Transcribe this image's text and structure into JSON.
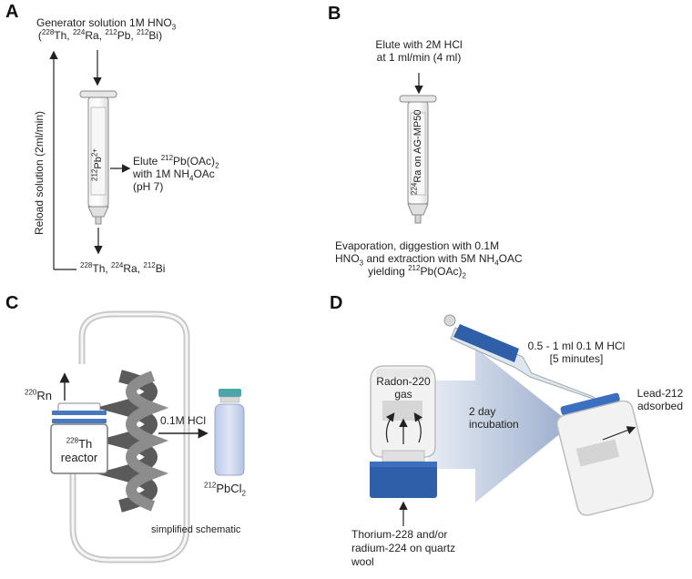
{
  "panels": {
    "a": {
      "letter": "A",
      "generator_line1": "Generator solution 1M HNO",
      "generator_sub": "3",
      "generator_iso": [
        "228",
        "Th, ",
        "224",
        "Ra, ",
        "212",
        "Pb, ",
        "212",
        "Bi)"
      ],
      "reload_label": "Reload solution (2ml/min)",
      "column_label_sup": "212",
      "column_label": "Pb",
      "column_label_charge": "2+",
      "elute_line1_pre": "Elute ",
      "elute_line1_sup": "212",
      "elute_line1_post": "Pb(OAc)",
      "elute_line1_sub": "2",
      "elute_line2_pre": "with 1M NH",
      "elute_line2_sub": "4",
      "elute_line2_post": "OAc",
      "elute_line3": "(pH 7)",
      "bottom_iso": [
        "228",
        "Th, ",
        "224",
        "Ra, ",
        "212",
        "Bi"
      ]
    },
    "b": {
      "letter": "B",
      "elute_line1": "Elute with 2M HCl",
      "elute_line2": "at 1 ml/min (4 ml)",
      "column_sup": "224",
      "column_label": "Ra on AG-MP50",
      "evap_line1": "Evaporation, diggestion with 0.1M",
      "evap_line2_pre": "HNO",
      "evap_line2_sub": "3",
      "evap_line2_post": " and extraction with 5M NH",
      "evap_line2_sub2": "4",
      "evap_line2_end": "OAC",
      "evap_line3_pre": "yielding ",
      "evap_line3_sup": "212",
      "evap_line3_post": "Pb(OAc)",
      "evap_line3_sub": "2"
    },
    "c": {
      "letter": "C",
      "rn_sup": "220",
      "rn_label": "Rn",
      "reactor_sup": "228",
      "reactor_line1": "Th",
      "reactor_line2": "reactor",
      "hcl_label": "0.1M HCl",
      "product_sup": "212",
      "product_label": "PbCl",
      "product_sub": "2",
      "schematic_note": "simplified schematic"
    },
    "d": {
      "letter": "D",
      "gas_line1": "Radon-220",
      "gas_line2": "gas",
      "incubation_line1": "2 day",
      "incubation_line2": "incubation",
      "hcl_line1": "0.5 - 1 ml 0.1 M HCl",
      "hcl_line2": "[5 minutes]",
      "adsorbed_line1": "Lead-212",
      "adsorbed_line2": "adsorbed",
      "source_line1": "Thorium-228 and/or",
      "source_line2": "radium-224 on quartz",
      "source_line3": "wool"
    }
  },
  "colors": {
    "cap_blue": "#2f5fa8",
    "band_blue": "#4a78c0",
    "arrow_gradient_start": "#dfe6f1",
    "arrow_gradient_end": "#9aaccc",
    "coil_dark": "#555555",
    "coil_light": "#8a8a8a",
    "vial_cap": "#4aa6a8",
    "vial_body": "#c7d3ec"
  }
}
